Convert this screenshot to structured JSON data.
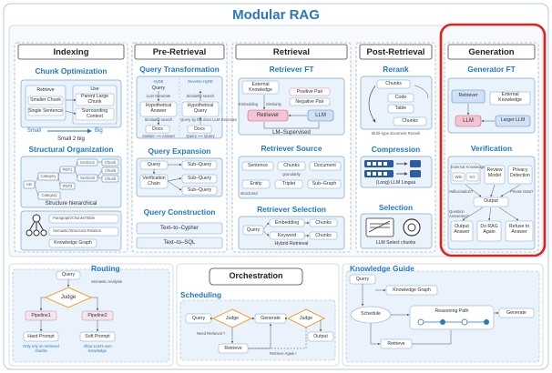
{
  "title": "Modular RAG",
  "columns": {
    "indexing": "Indexing",
    "pre_retrieval": "Pre-Retrieval",
    "retrieval": "Retrieval",
    "post_retrieval": "Post-Retrieval",
    "generation": "Generation"
  },
  "indexing": {
    "chunk_optimization": {
      "title": "Chunk Optimization",
      "retrieve": "Retrieve",
      "smaller_chunk": "Smaller Chunk",
      "single_sentence": "Single Sentence",
      "use": "Use",
      "parent_large_chunk": "Parent Large Chunk",
      "surrounding_context": "Surrounding Context",
      "small": "Small",
      "big": "Big",
      "caption": "Small 2 big"
    },
    "structural_organization": {
      "title": "Structural Organization",
      "kb": "KB",
      "pdf1": "PDF1",
      "pdf2": "PDF2",
      "category1": "Category",
      "category2": "Category",
      "section1": "Section1",
      "section2": "Section2",
      "chunk1": "Chunk",
      "chunk2": "Chunk",
      "chunk3": "Chunk",
      "caption": "Structure hierarchical",
      "kg_line1": "Paragraph/Chunks/Table",
      "kg_line2": "Semantic/Structural Relation",
      "kg_caption": "Knowledge Graph"
    }
  },
  "pre_retrieval": {
    "query_transformation": {
      "title": "Query Transformation",
      "left_top": "HyDE",
      "left_llm": "LLM Generate",
      "left_box": "Hypothetical Answer",
      "left_sim": "Similarity search",
      "left_docs": "Docs",
      "left_note": "Answer ⟶ Answer",
      "right_top": "Reverse HyDE",
      "right_sim": "Similarity search",
      "right_box": "Hypothetical Query",
      "right_llm": "Query by the docs LLM Generate",
      "right_docs": "Docs",
      "right_note": "Query ⟶ Query",
      "query": "Query"
    },
    "query_expansion": {
      "title": "Query Expansion",
      "query": "Query",
      "chain": "Verification Chain",
      "sub1": "Sub–Query",
      "sub2": "Sub–Query",
      "sub3": "Sub–Query"
    },
    "query_construction": {
      "title": "Query Construction",
      "cypher": "Text–to–Cypher",
      "sql": "Text–to–SQL"
    }
  },
  "retrieval": {
    "retriever_ft": {
      "title": "Retriever FT",
      "external": "External Knowledge",
      "positive": "Positive Pair",
      "negative": "Negative Pair",
      "retriever": "Retriever",
      "llm": "LLM",
      "note_left": "Embedding",
      "note_right": "Similarity",
      "caption": "LM–Supervised"
    },
    "retriever_source": {
      "title": "Retriever Source",
      "sentence": "Sentence",
      "chunks": "Chunks",
      "document": "Document",
      "granularity": "granularity",
      "entity": "Entity",
      "triplet": "Triplet",
      "subgraph": "Sub–Graph",
      "structured": "structured"
    },
    "retriever_selection": {
      "title": "Retriever Selection",
      "embedding": "Embedding",
      "chunks1": "Chunks",
      "query": "Query",
      "keyword": "Keyword",
      "chunks2": "Chunks",
      "caption": "Hybrid Retrieval"
    }
  },
  "post_retrieval": {
    "rerank": {
      "title": "Rerank",
      "chunks_top": "Chunks",
      "code": "Code",
      "table": "Table",
      "chunks_bottom": "Chunks",
      "caption": "Multi–type document Rerank"
    },
    "compression": {
      "title": "Compression",
      "caption": "(Long) LLM Lingua"
    },
    "selection": {
      "title": "Selection",
      "caption": "LLM Select chunks"
    }
  },
  "generation": {
    "generator_ft": {
      "title": "Generator FT",
      "retriever": "Retriever",
      "external": "External Knowledge",
      "llm": "LLM",
      "larger_llm": "Larger LLM"
    },
    "verification": {
      "title": "Verification",
      "external": "External Knowledge",
      "wiki": "Wiki",
      "kg": "KG",
      "review": "Review Model",
      "privacy": "Privacy Detection",
      "hallucination": "Hallucination?",
      "private": "Private Data?",
      "output": "Output",
      "question_answering": "Question Answering?",
      "output_answer": "Output Answer",
      "do_rag": "Do RAG Again",
      "refuse": "Refuse to Answer"
    }
  },
  "routing": {
    "title": "Routing",
    "query": "Query",
    "semantic": "Semantic Analysis",
    "judge": "Judge",
    "pipeline1": "Pipeline1",
    "pipeline2": "Pipeline2",
    "hard_prompt": "Hard Prompt",
    "soft_prompt": "Soft Prompt",
    "note1": "Only rely on retrieved chunks",
    "note2": "Allow LLM's own knowledge"
  },
  "orchestration": {
    "title": "Orchestration",
    "scheduling": "Scheduling",
    "query": "Query",
    "judge1": "Judge",
    "generate": "Generate",
    "judge2": "Judge",
    "output": "Output",
    "retrieve": "Retrieve",
    "need_retrieve": "Need Retrieval ?",
    "retrieve_again": "Retrieve Again !"
  },
  "knowledge_guide": {
    "title": "Knowledge Guide",
    "query": "Query",
    "kg": "Knowledge Graph",
    "schedule": "Schedule",
    "reasoning": "Reasoning Path",
    "generate": "Generate",
    "retrieve": "Retrieve"
  },
  "colors": {
    "accent": "#2a78c0",
    "highlight": "#e02020",
    "judge": "#f0a030",
    "retriever_pink": "#e8a0b8",
    "llm_blue": "#b8d4f0"
  }
}
